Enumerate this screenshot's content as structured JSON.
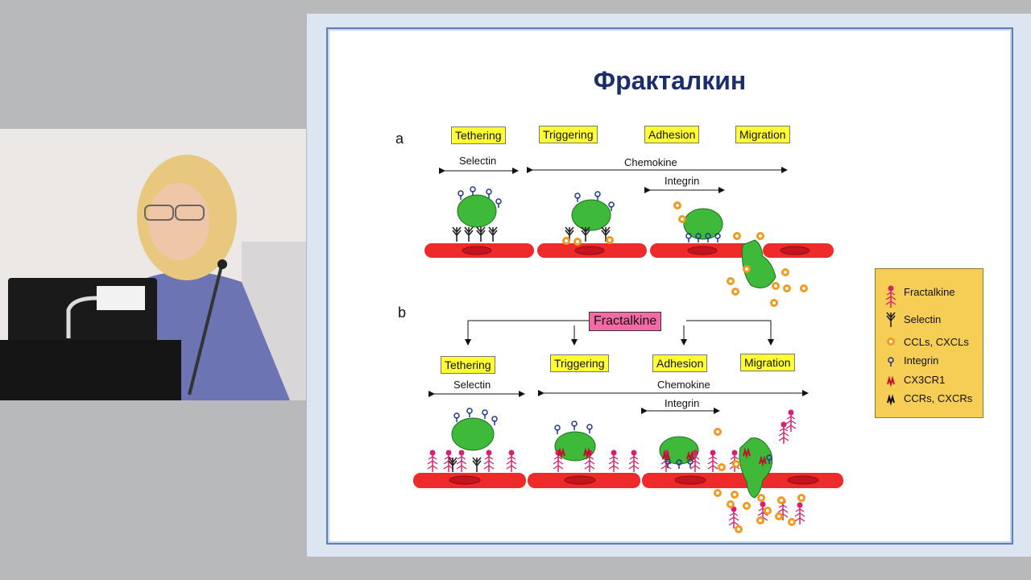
{
  "slide": {
    "title": "Фракталкин",
    "panel_a": {
      "label": "a",
      "stages": [
        "Tethering",
        "Triggering",
        "Adhesion",
        "Migration"
      ],
      "ranges": {
        "selectin": "Selectin",
        "chemokine": "Chemokine",
        "integrin": "Integrin"
      }
    },
    "panel_b": {
      "label": "b",
      "source": "Fractalkine",
      "stages": [
        "Tethering",
        "Triggering",
        "Adhesion",
        "Migration"
      ],
      "ranges": {
        "selectin": "Selectin",
        "chemokine": "Chemokine",
        "integrin": "Integrin"
      }
    },
    "legend": [
      {
        "icon": "fractalkine-icon",
        "label": "Fractalkine"
      },
      {
        "icon": "selectin-icon",
        "label": "Selectin"
      },
      {
        "icon": "chemokine-dot-icon",
        "label": "CCLs, CXCLs"
      },
      {
        "icon": "integrin-icon",
        "label": "Integrin"
      },
      {
        "icon": "cx3cr1-icon",
        "label": "CX3CR1"
      },
      {
        "icon": "ccr-cxcr-icon",
        "label": "CCRs, CXCRs"
      }
    ]
  },
  "colors": {
    "background": "#b8b9bb",
    "slide_frame": "#dce6f3",
    "title": "#1c2d6c",
    "stage_box": "#ffff33",
    "fractalkine_box": "#f36aa6",
    "legend_box": "#f6cd55",
    "vessel": "#ee2a2a",
    "leukocyte": "#3fb93a",
    "chemokine": "#f39a1e",
    "fractalkine": "#d8206e"
  }
}
